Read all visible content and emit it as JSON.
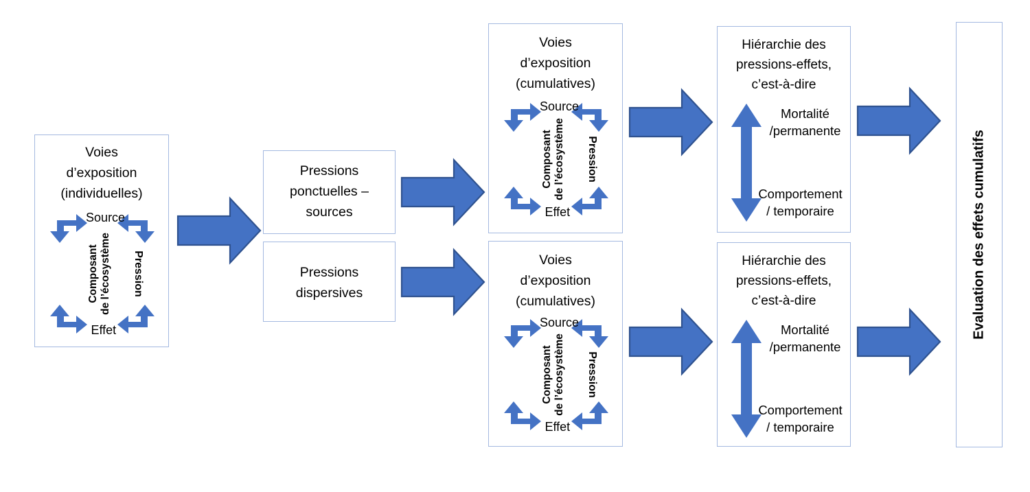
{
  "theme": {
    "arrow_fill": "#4472C4",
    "arrow_stroke": "#2F528F",
    "box_border": "#A3B8E0",
    "background": "#FFFFFF",
    "text": "#000000"
  },
  "diagram": {
    "title_vertical": "Evaluation des effets cumulatifs",
    "cycle_labels": {
      "source": "Source",
      "pression": "Pression",
      "effet": "Effet",
      "composant": "Composant\nde l’écosystème"
    },
    "boxes": {
      "voies_individuelles": {
        "title": "Voies\nd’exposition\n(individuelles)"
      },
      "pressions_ponctuelles": {
        "title": "Pressions\nponctuelles –\nsources"
      },
      "pressions_dispersives": {
        "title": "Pressions\ndispersives"
      },
      "voies_cumulatives_haut": {
        "title": "Voies\nd’exposition\n(cumulatives)"
      },
      "voies_cumulatives_bas": {
        "title": "Voies\nd’exposition\n(cumulatives)"
      },
      "hierarchie_haut": {
        "title": "Hiérarchie des\npressions-effets,\nc’est-à-dire",
        "top_label": "Mortalité\n/permanente",
        "bottom_label": "Comportement\n/ temporaire"
      },
      "hierarchie_bas": {
        "title": "Hiérarchie des\npressions-effets,\nc’est-à-dire",
        "top_label": "Mortalité\n/permanente",
        "bottom_label": "Comportement\n/ temporaire"
      },
      "evaluation": {
        "title": "Evaluation des effets cumulatifs"
      }
    },
    "connectors": [
      {
        "name": "arrow-individuelles-to-ponctuelles"
      },
      {
        "name": "arrow-ponctuelles-to-cumulatives-haut"
      },
      {
        "name": "arrow-dispersives-to-cumulatives-bas"
      },
      {
        "name": "arrow-cumulatives-haut-to-hierarchie-haut"
      },
      {
        "name": "arrow-cumulatives-bas-to-hierarchie-bas"
      },
      {
        "name": "arrow-hierarchie-haut-to-evaluation"
      },
      {
        "name": "arrow-hierarchie-bas-to-evaluation"
      }
    ]
  }
}
